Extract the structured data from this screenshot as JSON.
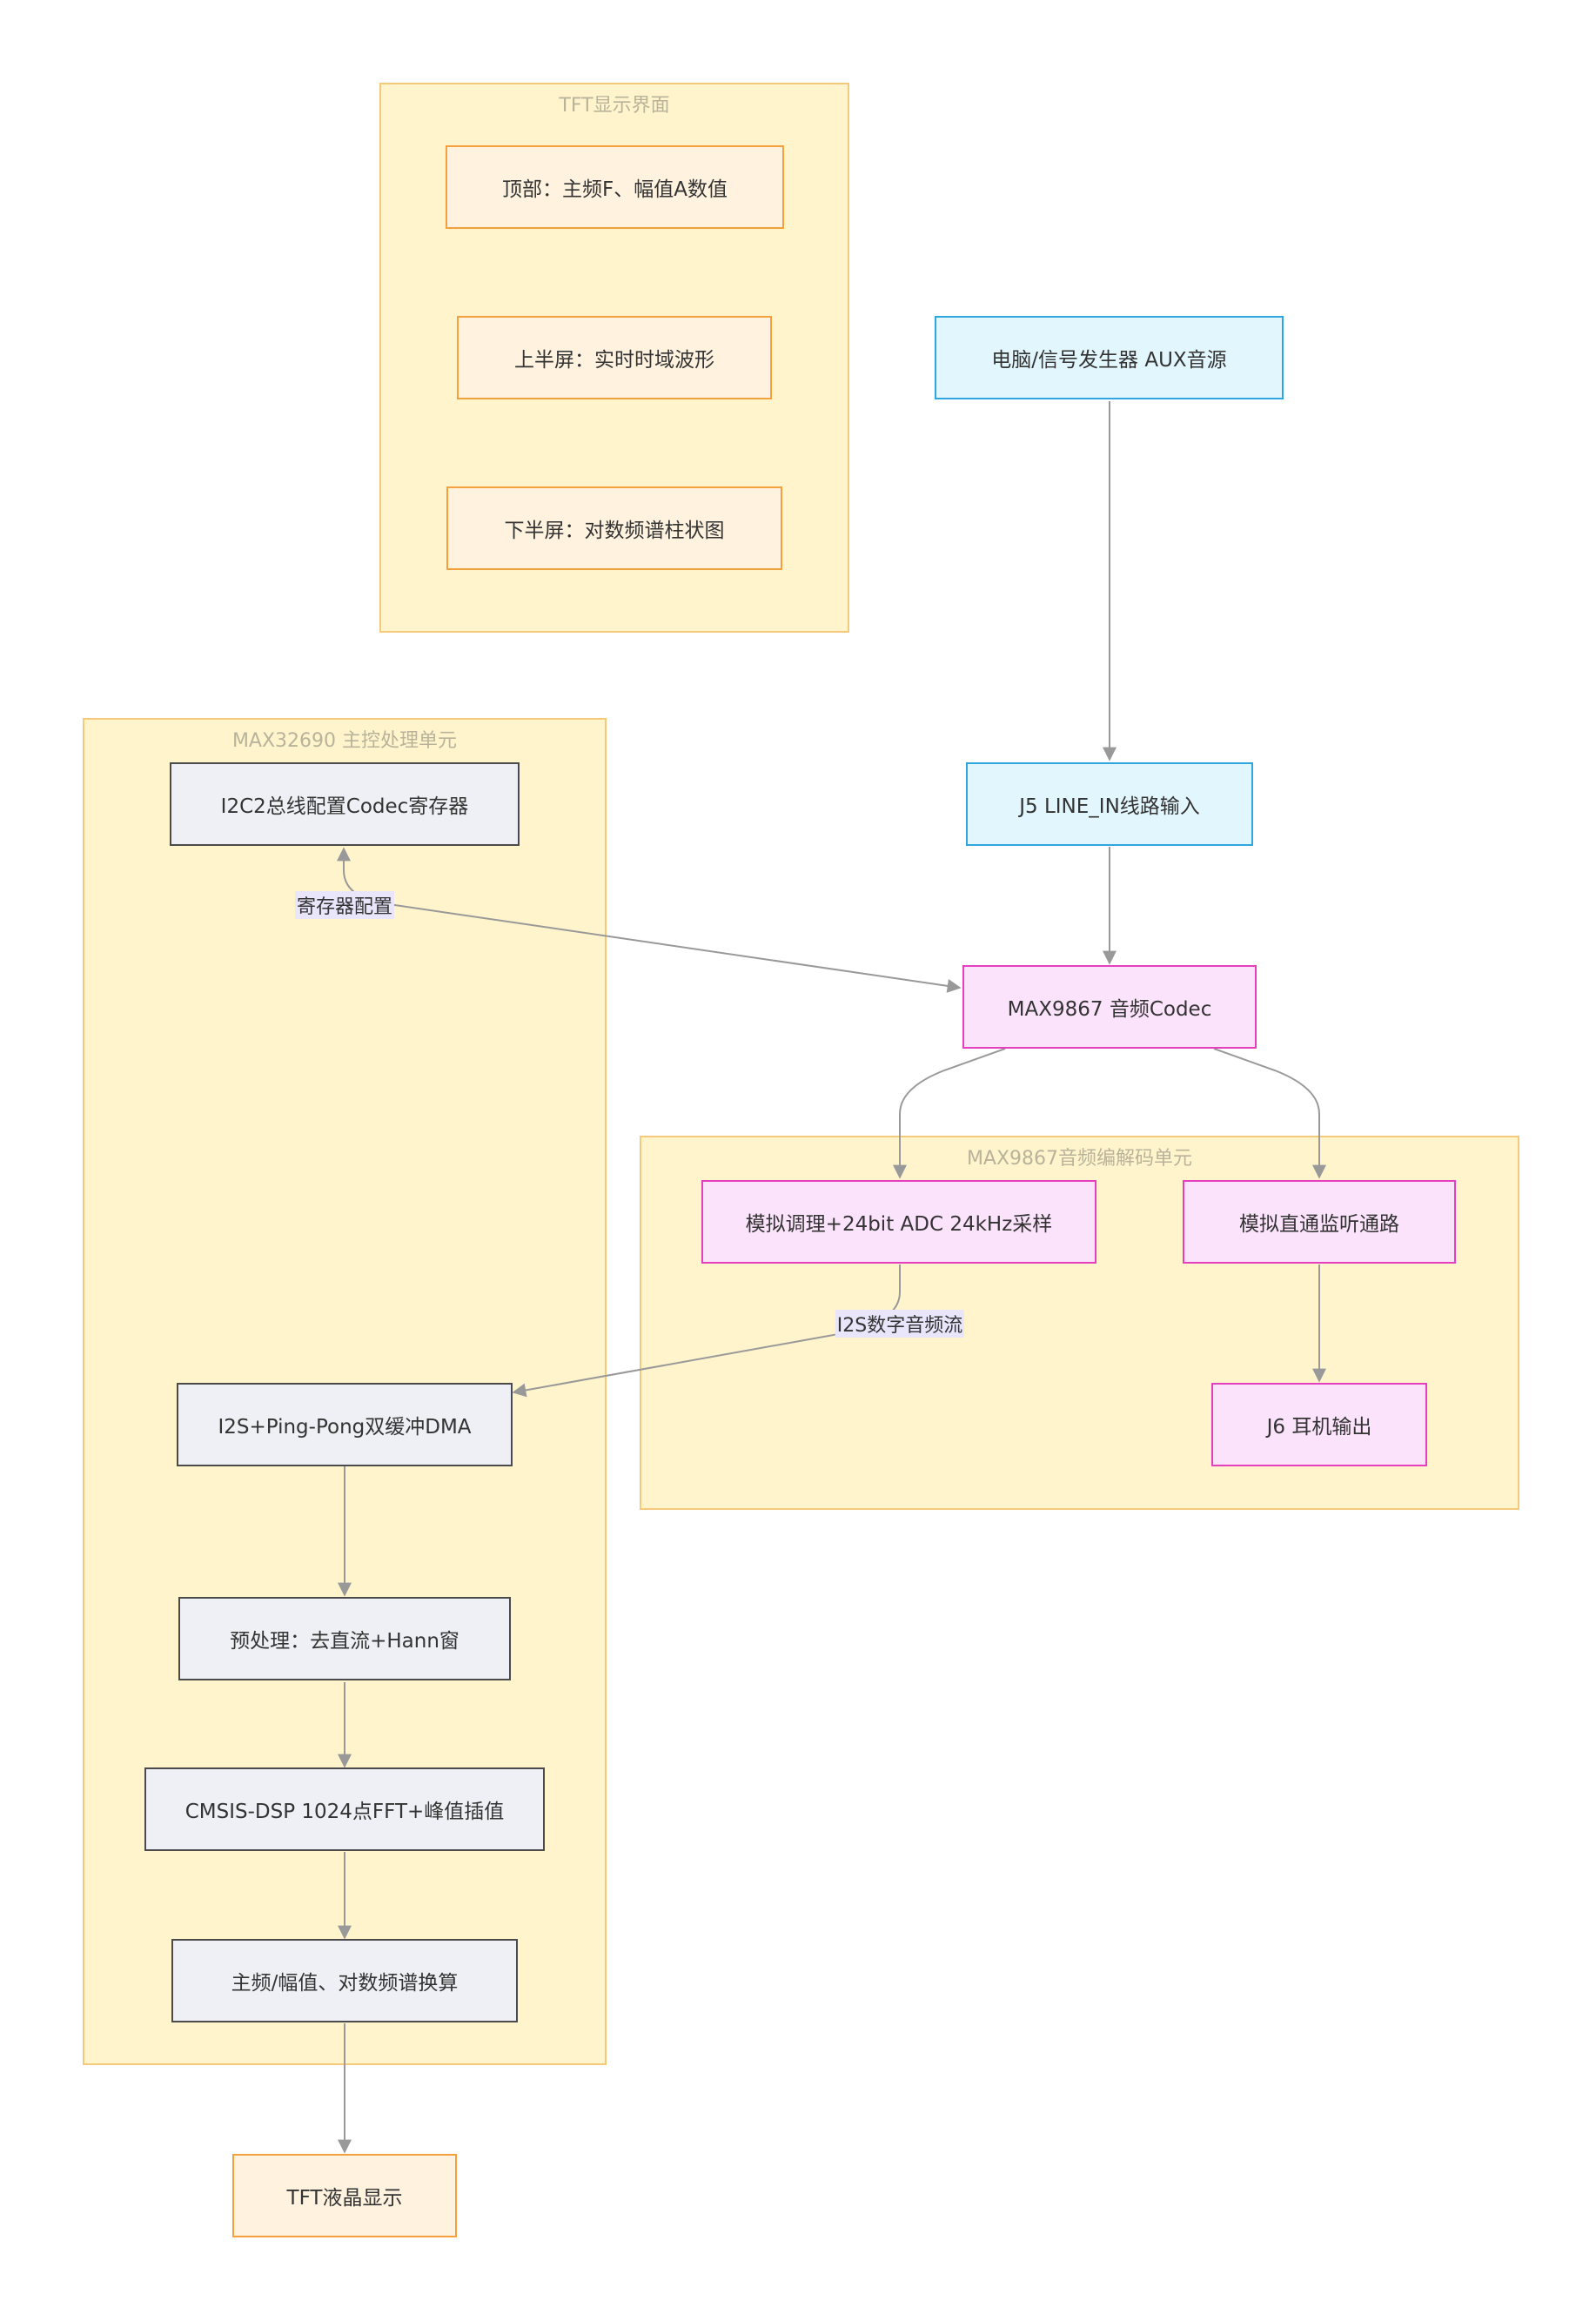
{
  "groups": {
    "tft_ui": "TFT显示界面",
    "mcu": "MAX32690 主控处理单元",
    "codec": "MAX9867音频编解码单元"
  },
  "nodes": {
    "top": "顶部：主频F、幅值A数值",
    "upper": "上半屏：实时时域波形",
    "lower": "下半屏：对数频谱柱状图",
    "source": "电脑/信号发生器 AUX音源",
    "j5": "J5 LINE_IN线路输入",
    "max9867": "MAX9867 音频Codec",
    "i2c": "I2C2总线配置Codec寄存器",
    "adc": "模拟调理+24bit ADC 24kHz采样",
    "monitor": "模拟直通监听通路",
    "j6": "J6 耳机输出",
    "i2s": "I2S+Ping-Pong双缓冲DMA",
    "pre": "预处理：去直流+Hann窗",
    "fft": "CMSIS-DSP 1024点FFT+峰值插值",
    "calc": "主频/幅值、对数频谱换算",
    "tft": "TFT液晶显示"
  },
  "edge_labels": {
    "reg": "寄存器配置",
    "i2s_stream": "I2S数字音频流"
  },
  "colors": {
    "group_fill": "#fff4cc",
    "edge": "#999999",
    "node_gray": "#eff0f5",
    "node_orange": "#fff2df",
    "node_blue": "#e1f6fd",
    "node_pink": "#fbe3fb"
  }
}
